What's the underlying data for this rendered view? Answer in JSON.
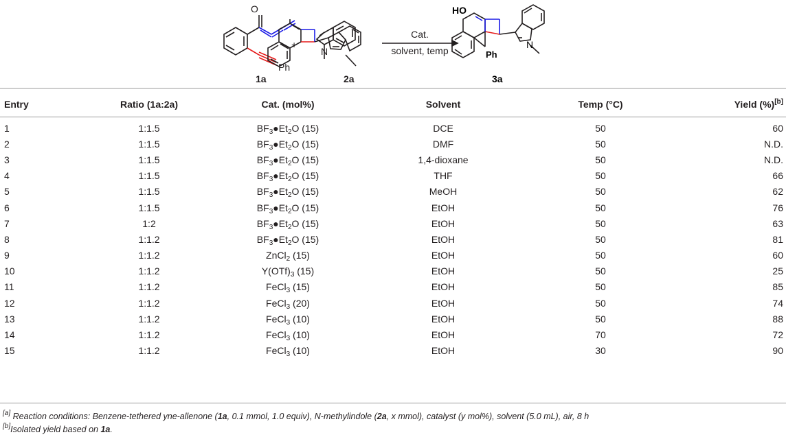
{
  "scheme": {
    "reactant1_label": "1a",
    "reactant1_o": "O",
    "reactant1_ph": "Ph",
    "plus": "+",
    "reactant2_label": "2a",
    "reactant2_n": "N",
    "conditions_top": "Cat.",
    "conditions_bottom": "solvent, temp",
    "product_label": "3a",
    "product_ho": "HO",
    "product_ph": "Ph",
    "product_n": "N"
  },
  "table": {
    "headers": [
      "Entry",
      "Ratio (1a:2a)",
      "Cat. (mol%)",
      "Solvent",
      "Temp (°C)",
      "Yield (%)"
    ],
    "yield_note": "[b]",
    "rows": [
      {
        "entry": "1",
        "ratio": "1:1.5",
        "cat_pre": "BF",
        "cat_sub1": "3",
        "cat_mid": "●Et",
        "cat_sub2": "2",
        "cat_post": "O (15)",
        "solvent": "DCE",
        "temp": "50",
        "yield": "60"
      },
      {
        "entry": "2",
        "ratio": "1:1.5",
        "cat_pre": "BF",
        "cat_sub1": "3",
        "cat_mid": "●Et",
        "cat_sub2": "2",
        "cat_post": "O (15)",
        "solvent": "DMF",
        "temp": "50",
        "yield": "N.D."
      },
      {
        "entry": "3",
        "ratio": "1:1.5",
        "cat_pre": "BF",
        "cat_sub1": "3",
        "cat_mid": "●Et",
        "cat_sub2": "2",
        "cat_post": "O (15)",
        "solvent": "1,4-dioxane",
        "temp": "50",
        "yield": "N.D."
      },
      {
        "entry": "4",
        "ratio": "1:1.5",
        "cat_pre": "BF",
        "cat_sub1": "3",
        "cat_mid": "●Et",
        "cat_sub2": "2",
        "cat_post": "O (15)",
        "solvent": "THF",
        "temp": "50",
        "yield": "66"
      },
      {
        "entry": "5",
        "ratio": "1:1.5",
        "cat_pre": "BF",
        "cat_sub1": "3",
        "cat_mid": "●Et",
        "cat_sub2": "2",
        "cat_post": "O (15)",
        "solvent": "MeOH",
        "temp": "50",
        "yield": "62"
      },
      {
        "entry": "6",
        "ratio": "1:1.5",
        "cat_pre": "BF",
        "cat_sub1": "3",
        "cat_mid": "●Et",
        "cat_sub2": "2",
        "cat_post": "O (15)",
        "solvent": "EtOH",
        "temp": "50",
        "yield": "76"
      },
      {
        "entry": "7",
        "ratio": "1:2",
        "cat_pre": "BF",
        "cat_sub1": "3",
        "cat_mid": "●Et",
        "cat_sub2": "2",
        "cat_post": "O (15)",
        "solvent": "EtOH",
        "temp": "50",
        "yield": "63"
      },
      {
        "entry": "8",
        "ratio": "1:1.2",
        "cat_pre": "BF",
        "cat_sub1": "3",
        "cat_mid": "●Et",
        "cat_sub2": "2",
        "cat_post": "O (15)",
        "solvent": "EtOH",
        "temp": "50",
        "yield": "81"
      },
      {
        "entry": "9",
        "ratio": "1:1.2",
        "cat_pre": "ZnCl",
        "cat_sub1": "2",
        "cat_mid": "",
        "cat_sub2": "",
        "cat_post": " (15)",
        "solvent": "EtOH",
        "temp": "50",
        "yield": "60"
      },
      {
        "entry": "10",
        "ratio": "1:1.2",
        "cat_pre": "Y(OTf)",
        "cat_sub1": "3",
        "cat_mid": "",
        "cat_sub2": "",
        "cat_post": " (15)",
        "solvent": "EtOH",
        "temp": "50",
        "yield": "25"
      },
      {
        "entry": "11",
        "ratio": "1:1.2",
        "cat_pre": "FeCl",
        "cat_sub1": "3",
        "cat_mid": "",
        "cat_sub2": "",
        "cat_post": " (15)",
        "solvent": "EtOH",
        "temp": "50",
        "yield": "85"
      },
      {
        "entry": "12",
        "ratio": "1:1.2",
        "cat_pre": "FeCl",
        "cat_sub1": "3",
        "cat_mid": "",
        "cat_sub2": "",
        "cat_post": " (20)",
        "solvent": "EtOH",
        "temp": "50",
        "yield": "74"
      },
      {
        "entry": "13",
        "ratio": "1:1.2",
        "cat_pre": "FeCl",
        "cat_sub1": "3",
        "cat_mid": "",
        "cat_sub2": "",
        "cat_post": " (10)",
        "solvent": "EtOH",
        "temp": "50",
        "yield": "88"
      },
      {
        "entry": "14",
        "ratio": "1:1.2",
        "cat_pre": "FeCl",
        "cat_sub1": "3",
        "cat_mid": "",
        "cat_sub2": "",
        "cat_post": " (10)",
        "solvent": "EtOH",
        "temp": "70",
        "yield": "72"
      },
      {
        "entry": "15",
        "ratio": "1:1.2",
        "cat_pre": "FeCl",
        "cat_sub1": "3",
        "cat_mid": "",
        "cat_sub2": "",
        "cat_post": " (10)",
        "solvent": "EtOH",
        "temp": "30",
        "yield": "90"
      }
    ]
  },
  "footnotes": {
    "a_mark": "[a]",
    "a_t1": " Reaction conditions: Benzene-tethered yne-allenone (",
    "a_b1": "1a",
    "a_t2": ", 0.1 mmol, 1.0 equiv), N-methylindole (",
    "a_b2": "2a",
    "a_t3": ", x mmol), catalyst (y mol%), solvent (5.0 mL), air, 8 h",
    "b_mark": "[b]",
    "b_t1": "Isolated yield based on ",
    "b_b1": "1a",
    "b_t2": "."
  },
  "colors": {
    "allene_bonds": "#1a1ae6",
    "alkyne_bonds": "#e61a1a",
    "text": "#231f20",
    "rule": "#9a9a9a"
  }
}
